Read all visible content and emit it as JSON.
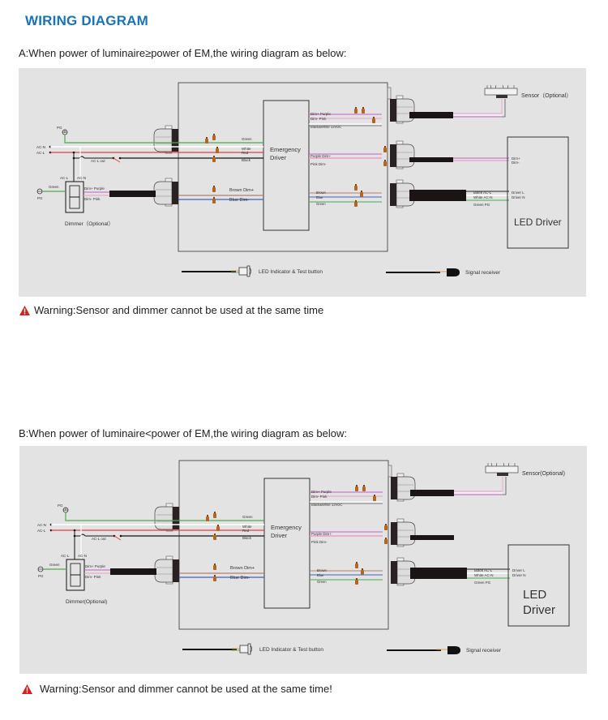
{
  "title": "WIRING DIAGRAM",
  "colors": {
    "title": "#1a73b8",
    "panel_bg": "#e3e3e3",
    "warning_icon": "#d42020",
    "wire_green": "#4fa84f",
    "wire_red": "#e04040",
    "wire_black": "#222222",
    "wire_white": "#ffffff",
    "wire_brown": "#b08070",
    "wire_blue": "#4060c0",
    "wire_purple": "#c060c0",
    "wire_pink": "#e8a0c8",
    "connector": "#b5651d"
  },
  "diagrams": [
    {
      "caption": "A:When power of luminaire≥power of EM,the wiring diagram as below:",
      "warning": "Warning:Sensor and dimmer cannot be used at the same time",
      "left": {
        "pg": "PG",
        "ac_n": "AC-N",
        "ac_l": "AC-L",
        "ac_l_out": "AC-L out",
        "dimmer_ac_l": "AC-L",
        "dimmer_ac_n": "AC-N",
        "green": "Green",
        "pg_bottom": "PG",
        "dim_purple": "Dim+ Purple",
        "dim_pink": "Dim- Pink",
        "dimmer_label": "Dimmer（Optional）"
      },
      "center": {
        "em_line1": "Emergency",
        "em_line2": "Driver",
        "in_green": "Green",
        "in_white": "White",
        "in_red": "Red",
        "in_black": "Black",
        "in_brown": "Brown  Dim+",
        "in_blue": "Blue  Dim-",
        "out_dim_purple": "Dim+ Purple",
        "out_dim_pink": "Dim- Pink",
        "out_12v": "Black&White 12VDC",
        "out_purple": "Purple  Dim+",
        "out_pink": "Pink  Dim-",
        "out_brown": "Brown",
        "out_blue": "Blue",
        "out_green": "Green"
      },
      "right": {
        "sensor": "Sensor（Optional）",
        "dim_plus": "Dim+",
        "dim_minus": "Dim-",
        "black_acl": "Black AC-L",
        "white_acn": "White AC-N",
        "green_pg": "Green  PG",
        "driver_l": "Driver L",
        "driver_n": "Driver N",
        "led_line1": "LED Driver",
        "led_line2": ""
      },
      "bottom": {
        "led_indicator": "LED Indicator & Test button",
        "signal_receiver": "Signal receiver"
      },
      "variant": "A"
    },
    {
      "caption": "B:When power of luminaire<power of EM,the wiring diagram as below:",
      "warning": "Warning:Sensor and dimmer cannot be used at the same time!",
      "left": {
        "pg": "PG",
        "ac_n": "AC-N",
        "ac_l": "AC-L",
        "ac_l_out": "AC-L out",
        "dimmer_ac_l": "AC-L",
        "dimmer_ac_n": "AC-N",
        "green": "Green",
        "pg_bottom": "PG",
        "dim_purple": "Dim+ Purple",
        "dim_pink": "Dim- Pink",
        "dimmer_label": "Dimmer(Optional)"
      },
      "center": {
        "em_line1": "Emergency",
        "em_line2": "Driver",
        "in_green": "Green",
        "in_white": "White",
        "in_red": "Red",
        "in_black": "Black",
        "in_brown": "Brown  Dim+",
        "in_blue": "Blue  Dim-",
        "out_dim_purple": "Dim+ Purple",
        "out_dim_pink": "Dim- Pink",
        "out_12v": "Black&White 12VDC",
        "out_purple": "Purple  Dim+",
        "out_pink": "Pink  Dim-",
        "out_brown": "Brown",
        "out_blue": "Blue",
        "out_green": "Green"
      },
      "right": {
        "sensor": "Sensor(Optional)",
        "dim_plus": "",
        "dim_minus": "",
        "black_acl": "Black AC-L",
        "white_acn": "White AC-N",
        "green_pg": "Green  PG",
        "driver_l": "Driver L",
        "driver_n": "Driver N",
        "led_line1": "LED",
        "led_line2": "Driver"
      },
      "bottom": {
        "led_indicator": "LED Indicator & Test button",
        "signal_receiver": "Signal receiver"
      },
      "variant": "B"
    }
  ]
}
